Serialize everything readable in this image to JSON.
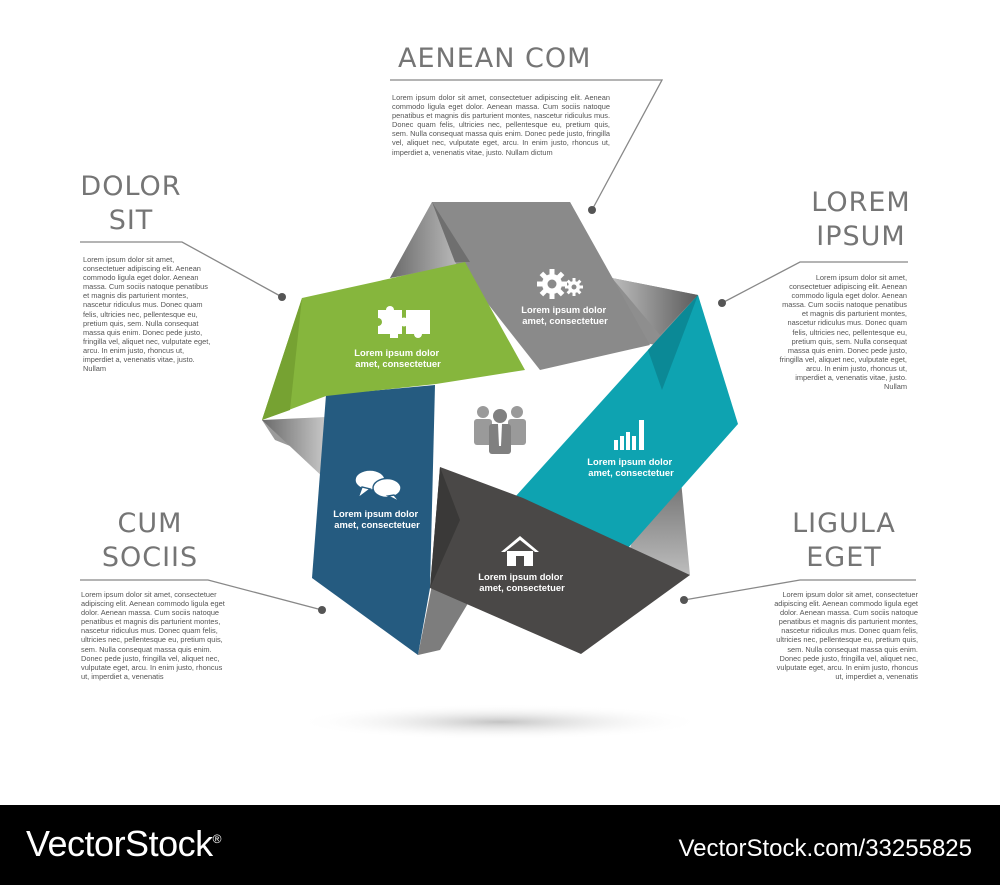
{
  "callouts": [
    {
      "id": "top",
      "title_lines": [
        "AENEAN COM"
      ],
      "text": "Lorem ipsum dolor sit amet, consectetuer adipiscing elit. Aenean commodo ligula eget dolor. Aenean massa. Cum sociis natoque penatibus et magnis dis parturient montes, nascetur ridiculus mus. Donec quam felis, ultricies nec, pellentesque eu, pretium quis, sem. Nulla consequat massa quis enim. Donec pede justo, fringilla vel, aliquet nec, vulputate eget, arcu. In enim justo, rhoncus ut, imperdiet a, venenatis vitae, justo. Nullam dictum"
    },
    {
      "id": "left-top",
      "title_lines": [
        "DOLOR",
        "SIT"
      ],
      "text": "Lorem ipsum dolor sit amet, consectetuer adipiscing elit. Aenean commodo ligula eget dolor. Aenean massa. Cum sociis natoque penatibus et magnis dis parturient montes, nascetur ridiculus mus. Donec quam felis, ultricies nec, pellentesque eu, pretium quis, sem. Nulla consequat massa quis enim. Donec pede justo, fringilla vel, aliquet nec, vulputate eget, arcu. In enim justo, rhoncus ut, imperdiet a, venenatis vitae, justo. Nullam"
    },
    {
      "id": "right-top",
      "title_lines": [
        "LOREM",
        "IPSUM"
      ],
      "text": "Lorem ipsum dolor sit amet, consectetuer adipiscing elit. Aenean commodo ligula eget dolor. Aenean massa. Cum sociis natoque penatibus et magnis dis parturient montes, nascetur ridiculus mus. Donec quam felis, ultricies nec, pellentesque eu, pretium quis, sem. Nulla consequat massa quis enim. Donec pede justo, fringilla vel, aliquet nec, vulputate eget, arcu. In enim justo, rhoncus ut, imperdiet a, venenatis vitae, justo. Nullam"
    },
    {
      "id": "left-bottom",
      "title_lines": [
        "CUM",
        "SOCIIS"
      ],
      "text": "Lorem ipsum dolor sit amet, consectetuer adipiscing elit. Aenean commodo ligula eget dolor. Aenean massa. Cum sociis natoque penatibus et magnis dis parturient montes, nascetur ridiculus mus. Donec quam felis, ultricies nec, pellentesque eu, pretium quis, sem. Nulla consequat massa quis enim. Donec pede justo, fringilla vel, aliquet nec, vulputate eget, arcu. In enim justo, rhoncus ut, imperdiet a, venenatis"
    },
    {
      "id": "right-bottom",
      "title_lines": [
        "LIGULA",
        "EGET"
      ],
      "text": "Lorem ipsum dolor sit amet, consectetuer adipiscing elit. Aenean commodo ligula eget dolor. Aenean massa. Cum sociis natoque penatibus et magnis dis parturient montes, nascetur ridiculus mus. Donec quam felis, ultricies nec, pellentesque eu, pretium quis, sem. Nulla consequat massa quis enim. Donec pede justo, fringilla vel, aliquet nec, vulputate eget, arcu. In enim justo, rhoncus ut, imperdiet a, venenatis"
    }
  ],
  "segments": [
    {
      "id": "gears",
      "icon": "gears-icon",
      "color": "#8a8a8a",
      "label": [
        "Lorem ipsum dolor",
        "amet, consectetuer"
      ]
    },
    {
      "id": "chart",
      "icon": "bar-chart-icon",
      "color": "#0ea3b1",
      "label": [
        "Lorem ipsum dolor",
        "amet, consectetuer"
      ]
    },
    {
      "id": "home",
      "icon": "home-icon",
      "color": "#4a4847",
      "label": [
        "Lorem ipsum dolor",
        "amet, consectetuer"
      ]
    },
    {
      "id": "chat",
      "icon": "speech-bubbles-icon",
      "color": "#255b80",
      "label": [
        "Lorem ipsum dolor",
        "amet, consectetuer"
      ]
    },
    {
      "id": "puzzle",
      "icon": "puzzle-icon",
      "color": "#86b63d",
      "label": [
        "Lorem ipsum dolor",
        "amet, consectetuer"
      ]
    }
  ],
  "center_icon": "team-icon",
  "colors": {
    "title_gray": "#757575",
    "leader_line": "#888888",
    "dot": "#555555"
  },
  "footer": {
    "logo": "VectorStock",
    "logo_mark": "®",
    "ref": "VectorStock.com/33255825"
  }
}
